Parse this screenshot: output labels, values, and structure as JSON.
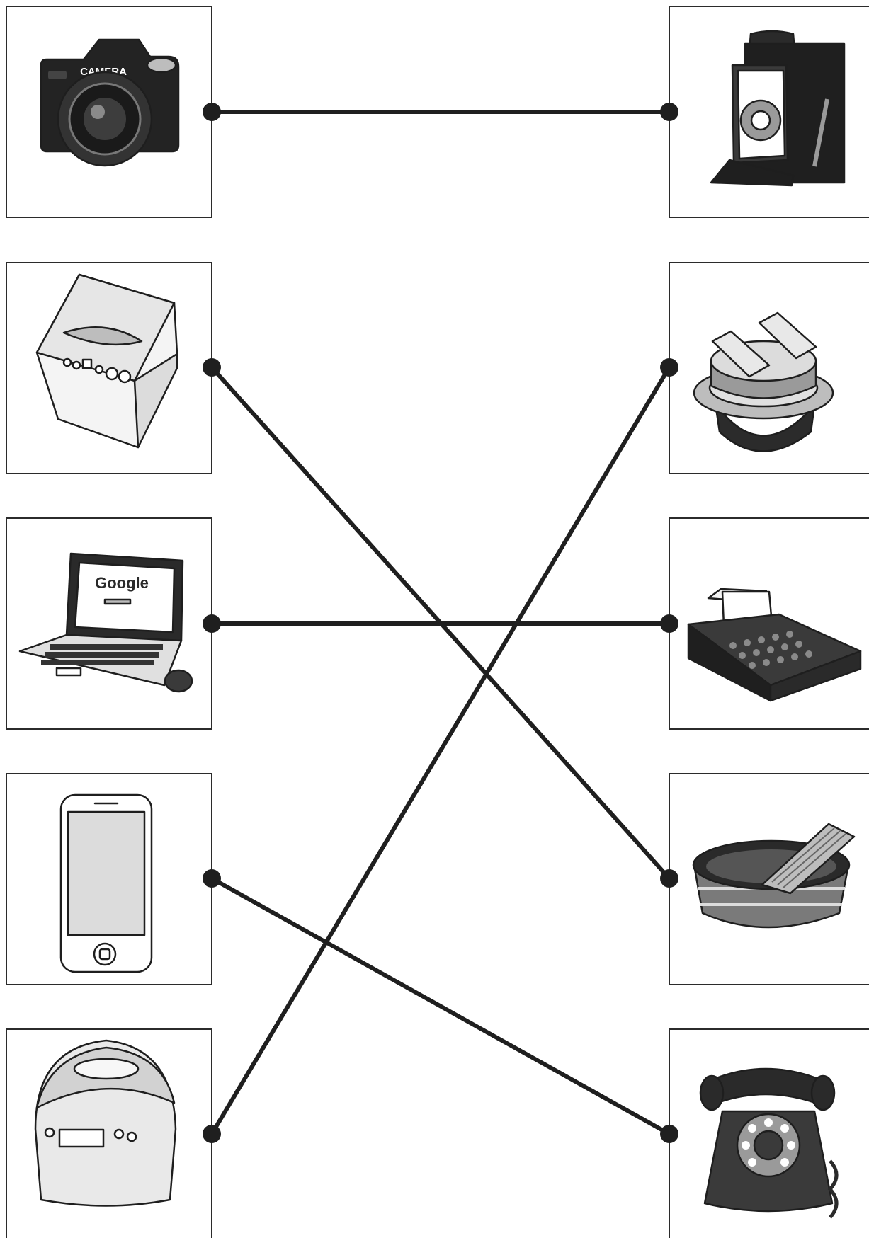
{
  "title": "",
  "items": {
    "camera": {
      "label": "CAMERA"
    },
    "laptop": {
      "screen_text": "Google"
    }
  },
  "left_items": [
    "digital-camera",
    "washing-machine",
    "laptop",
    "smartphone",
    "rice-cooker"
  ],
  "right_items": [
    "old-folding-camera",
    "cooking-pot",
    "typewriter",
    "washboard-tub",
    "rotary-phone"
  ],
  "connections": [
    {
      "from": "digital-camera",
      "to": "old-folding-camera"
    },
    {
      "from": "washing-machine",
      "to": "washboard-tub"
    },
    {
      "from": "laptop",
      "to": "typewriter"
    },
    {
      "from": "smartphone",
      "to": "rotary-phone"
    },
    {
      "from": "rice-cooker",
      "to": "cooking-pot"
    }
  ],
  "colors": {
    "ink": "#1f1f1f",
    "card_border": "#2b2b2b",
    "grey_fill": "#9a9a9a"
  }
}
